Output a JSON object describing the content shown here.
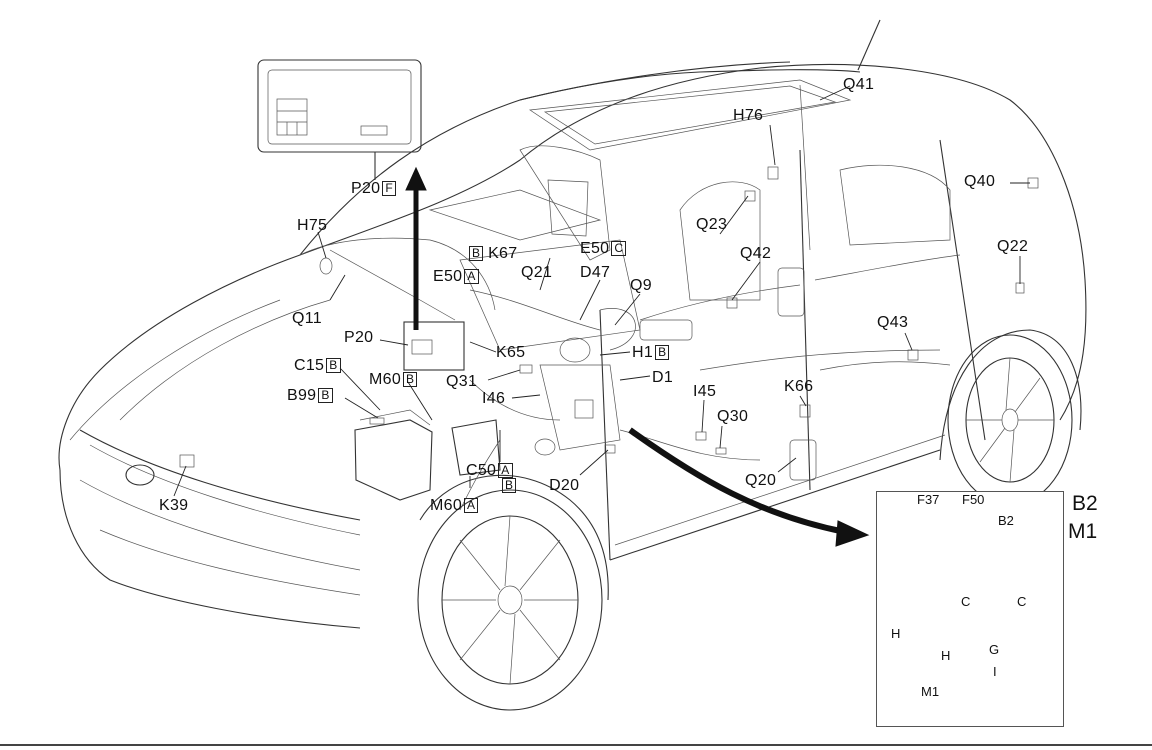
{
  "diagram": {
    "labels": {
      "q41": "Q41",
      "h76": "H76",
      "q40": "Q40",
      "p20_top": "P20",
      "p20_top_tag": "F",
      "h75": "H75",
      "q23": "Q23",
      "k67": "K67",
      "k67_tag": "B",
      "e50c": "E50",
      "e50c_tag": "C",
      "e50a": "E50",
      "e50a_tag": "A",
      "q21": "Q21",
      "d47": "D47",
      "q42": "Q42",
      "q22": "Q22",
      "q9": "Q9",
      "q11": "Q11",
      "p20": "P20",
      "k65": "K65",
      "h1": "H1",
      "h1_tag": "B",
      "q43": "Q43",
      "c15": "C15",
      "c15_tag": "B",
      "m60b": "M60",
      "m60b_tag": "B",
      "q31": "Q31",
      "d1": "D1",
      "b99": "B99",
      "b99_tag": "B",
      "i46": "I46",
      "i45": "I45",
      "k66": "K66",
      "q30": "Q30",
      "c50": "C50",
      "c50_tag": "A",
      "k39": "K39",
      "q20": "Q20",
      "d20": "D20",
      "d20_tag": "B",
      "m60a": "M60",
      "m60a_tag": "A"
    },
    "inset": {
      "title_b2": "B2",
      "title_m1": "M1",
      "f37": "F37",
      "f50": "F50",
      "b2_small": "B2",
      "c_left": "C",
      "c_right": "C",
      "h_top": "H",
      "h_mid": "H",
      "g": "G",
      "i": "I",
      "m1_small": "M1"
    }
  }
}
